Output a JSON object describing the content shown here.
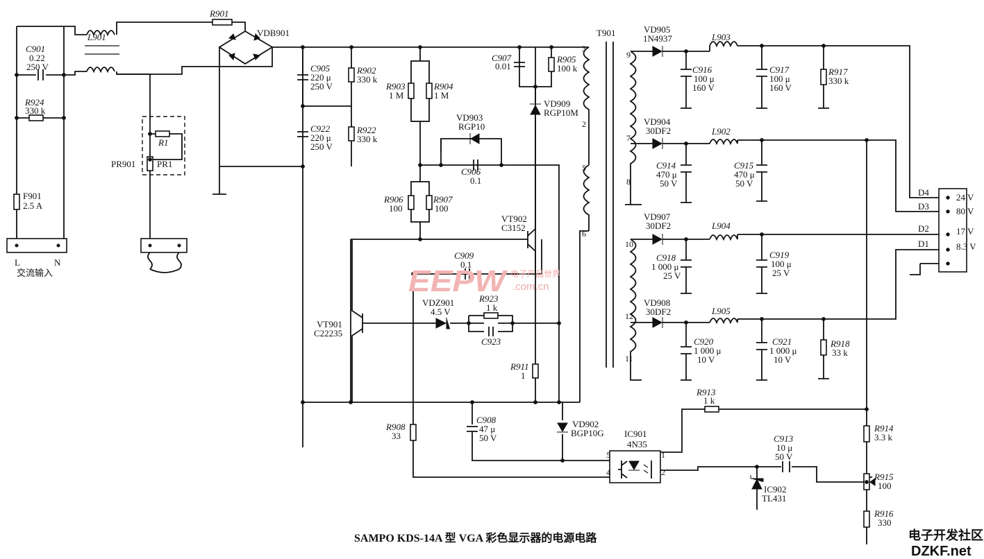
{
  "caption": "SAMPO KDS-14A 型 VGA 彩色显示器的电源电路",
  "input": {
    "l": "L",
    "n": "N",
    "label": "交流输入"
  },
  "watermark": {
    "brand": "EEPW",
    "cn": "电子产品世界",
    "url": ".com.cn"
  },
  "site_logo": {
    "line1": "电子开发社区",
    "line2": "DZKF.net"
  },
  "transformer": {
    "ref": "T901",
    "pins": [
      "3",
      "2",
      "5",
      "6",
      "9",
      "7",
      "8",
      "10",
      "12",
      "11"
    ]
  },
  "components": {
    "C901": {
      "ref": "C901",
      "v1": "0.22",
      "v2": "250 V"
    },
    "L901": {
      "ref": "L901"
    },
    "R901": {
      "ref": "R901"
    },
    "VDB901": {
      "ref": "VDB901"
    },
    "R924": {
      "ref": "R924",
      "v1": "330 k"
    },
    "F901": {
      "ref": "F901",
      "v1": "2.5 A"
    },
    "PR901": {
      "ref": "PR901",
      "r1": "R1",
      "pr1": "PR1"
    },
    "C905": {
      "ref": "C905",
      "v1": "220 μ",
      "v2": "250 V"
    },
    "R902": {
      "ref": "R902",
      "v1": "330 k"
    },
    "C922": {
      "ref": "C922",
      "v1": "220 μ",
      "v2": "250 V"
    },
    "R922": {
      "ref": "R922",
      "v1": "330 k"
    },
    "R903": {
      "ref": "R903",
      "v1": "1 M"
    },
    "R904": {
      "ref": "R904",
      "v1": "1 M"
    },
    "C907": {
      "ref": "C907",
      "v1": "0.01"
    },
    "R905": {
      "ref": "R905",
      "v1": "100 k"
    },
    "VD909": {
      "ref": "VD909",
      "v1": "RGP10M"
    },
    "VD903": {
      "ref": "VD903",
      "v1": "RGP10"
    },
    "C906": {
      "ref": "C906",
      "v1": "0.1"
    },
    "R906": {
      "ref": "R906",
      "v1": "100"
    },
    "R907": {
      "ref": "R907",
      "v1": "100"
    },
    "VT902": {
      "ref": "VT902",
      "v1": "C3152"
    },
    "C909": {
      "ref": "C909",
      "v1": "0.1"
    },
    "VT901": {
      "ref": "VT901",
      "v1": "C22235"
    },
    "VDZ901": {
      "ref": "VDZ901",
      "v1": "4.5 V"
    },
    "R923": {
      "ref": "R923",
      "v1": "1 k"
    },
    "C923": {
      "ref": "C923"
    },
    "R911": {
      "ref": "R911",
      "v1": "1"
    },
    "R908": {
      "ref": "R908",
      "v1": "33"
    },
    "C908": {
      "ref": "C908",
      "v1": "47 μ",
      "v2": "50 V"
    },
    "VD902": {
      "ref": "VD902",
      "v1": "BGP10G"
    },
    "IC901": {
      "ref": "IC901",
      "v1": "4N35",
      "p5": "5",
      "p1": "1",
      "p4": "4",
      "p2": "2"
    },
    "R913": {
      "ref": "R913",
      "v1": "1 k"
    },
    "C913": {
      "ref": "C913",
      "v1": "10 μ",
      "v2": "50 V"
    },
    "IC902": {
      "ref": "IC902",
      "v1": "TL431"
    },
    "R914": {
      "ref": "R914",
      "v1": "3.3 k"
    },
    "R915": {
      "ref": "R915",
      "v1": "100"
    },
    "R916": {
      "ref": "R916",
      "v1": "330"
    },
    "VD905": {
      "ref": "VD905",
      "v1": "1N4937"
    },
    "L903": {
      "ref": "L903"
    },
    "C916": {
      "ref": "C916",
      "v1": "100 μ",
      "v2": "160 V"
    },
    "C917": {
      "ref": "C917",
      "v1": "100 μ",
      "v2": "160 V"
    },
    "R917": {
      "ref": "R917",
      "v1": "330 k"
    },
    "VD904": {
      "ref": "VD904",
      "v1": "30DF2"
    },
    "L902": {
      "ref": "L902"
    },
    "C914": {
      "ref": "C914",
      "v1": "470 μ",
      "v2": "50 V"
    },
    "C915": {
      "ref": "C915",
      "v1": "470 μ",
      "v2": "50 V"
    },
    "VD907": {
      "ref": "VD907",
      "v1": "30DF2"
    },
    "L904": {
      "ref": "L904"
    },
    "C918": {
      "ref": "C918",
      "v1": "1 000 μ",
      "v2": "25 V"
    },
    "C919": {
      "ref": "C919",
      "v1": "100 μ",
      "v2": "25 V"
    },
    "VD908": {
      "ref": "VD908",
      "v1": "30DF2"
    },
    "L905": {
      "ref": "L905"
    },
    "C920": {
      "ref": "C920",
      "v1": "1 000 μ",
      "v2": "10 V"
    },
    "C921": {
      "ref": "C921",
      "v1": "1 000 μ",
      "v2": "10 V"
    },
    "R918": {
      "ref": "R918",
      "v1": "33 k"
    }
  },
  "outputs": [
    {
      "line": "D4",
      "voltage": "24 V"
    },
    {
      "line": "D3",
      "voltage": "80 V"
    },
    {
      "line": "D2",
      "voltage": "17 V"
    },
    {
      "line": "D1",
      "voltage": "8.3 V"
    }
  ]
}
